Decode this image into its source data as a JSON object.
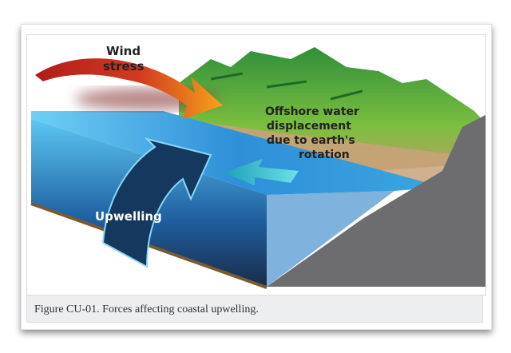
{
  "figure": {
    "labels": {
      "wind_line1": "Wind",
      "wind_line2": "stress",
      "offshore_line1": "Offshore water",
      "offshore_line2": "displacement",
      "offshore_line3": "due to earth's",
      "offshore_line4": "rotation",
      "upwelling": "Upwelling"
    },
    "caption": "Figure CU-01. Forces affecting coastal upwelling."
  }
}
